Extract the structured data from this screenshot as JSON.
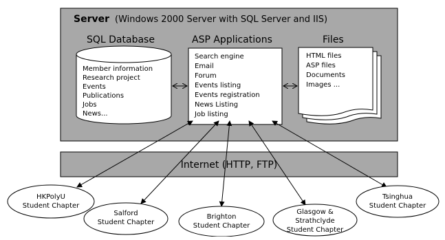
{
  "server": {
    "title": "Server",
    "subtitle": "(Windows 2000 Server with SQL Server and IIS)"
  },
  "sql_database": {
    "heading": "SQL Database",
    "items": [
      "Member information",
      "Research project",
      "Events",
      "Publications",
      "Jobs",
      "News..."
    ]
  },
  "asp_applications": {
    "heading": "ASP Applications",
    "items": [
      "Search engine",
      "Email",
      "Forum",
      "Events listing",
      "Events registration",
      "News Listing",
      "Job listing"
    ]
  },
  "files": {
    "heading": "Files",
    "items": [
      "HTML files",
      "ASP files",
      "Documents",
      "Images ..."
    ]
  },
  "internet": {
    "label": "Internet (HTTP, FTP)"
  },
  "chapters": [
    {
      "line1": "HKPolyU",
      "line2": "Student Chapter"
    },
    {
      "line1": "Salford",
      "line2": "Student Chapter"
    },
    {
      "line1": "Brighton",
      "line2": "Student Chapter"
    },
    {
      "line1": "Glasgow &",
      "line2": "Strathclyde",
      "line3": "Student Chapter"
    },
    {
      "line1": "Tsinghua",
      "line2": "Student Chapter"
    }
  ],
  "colors": {
    "server_fill": "#a8a8a8",
    "internet_fill": "#a8a8a8",
    "box_fill": "#ffffff",
    "stroke": "#000000"
  }
}
